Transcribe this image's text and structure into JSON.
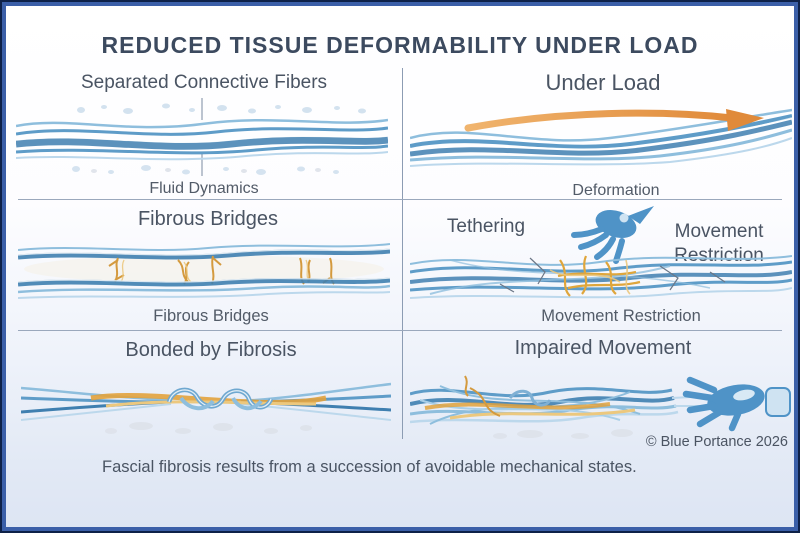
{
  "title": "REDUCED TISSUE DEFORMABILITY UNDER LOAD",
  "caption": "Fascial fibrosis results from a succession of avoidable mechanical states.",
  "copyright": "© Blue Portance 2026",
  "panels": {
    "separated_fibers": {
      "heading": "Separated Connective Fibers",
      "label": "Fluid Dynamics"
    },
    "under_load": {
      "heading": "Under Load",
      "label": "Deformation"
    },
    "fibrous_bridges": {
      "heading": "Fibrous Bridges",
      "label": "Fibrous Bridges"
    },
    "tethering": {
      "heading": "Tethering",
      "side_label_line1": "Movement",
      "side_label_line2": "Restriction",
      "label": "Movement Restriction"
    },
    "bonded_by_fibrosis": {
      "heading": "Bonded by Fibrosis"
    },
    "impaired_movement": {
      "heading": "Impaired Movement"
    }
  },
  "icons": {
    "tethering_hand": "grasping-hand-icon",
    "impaired_hand": "gloved-hand-icon",
    "load_arrow": "load-direction-arrow-icon"
  },
  "colors": {
    "frame_outer": "#0e2148",
    "frame_inner": "#3b5fa8",
    "title_text": "#3c4a5f",
    "heading_text": "#4a5463",
    "label_text": "#525b68",
    "divider": "#8c9cb3",
    "fiber_blue": "#5e9cc8",
    "fiber_dark_blue": "#3f7fb0",
    "fiber_light_blue": "#bcd8ec",
    "fibrosis_orange": "#e2a23c",
    "arrow_orange": "#e08a3a",
    "hand_blue": "#4f93c7"
  }
}
